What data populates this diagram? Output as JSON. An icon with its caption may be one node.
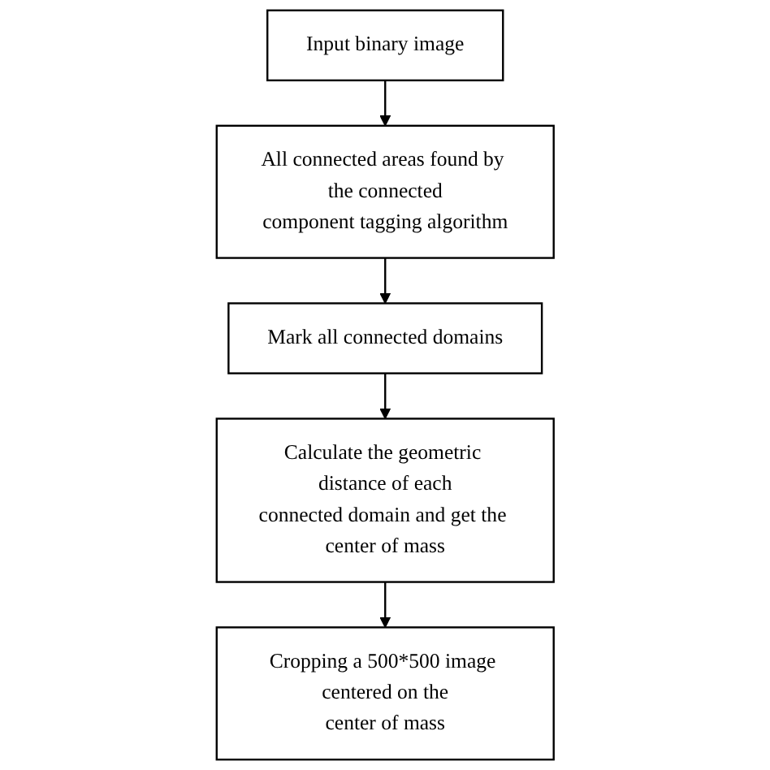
{
  "diagram": {
    "nodes": [
      {
        "text": [
          "Input binary image"
        ]
      },
      {
        "text": [
          "All connected areas found by the connected component tagging algorithm"
        ]
      },
      {
        "text": [
          "Mark all connected domains"
        ]
      },
      {
        "text": [
          "Calculate the geometric distance of each connected domain and get the center of mass"
        ]
      },
      {
        "text": [
          "Cropping a 500*500 image centered on the center of mass"
        ]
      }
    ],
    "edges": [
      {
        "from": 0,
        "to": 1,
        "arrow": "to"
      },
      {
        "from": 1,
        "to": 2,
        "arrow": "to"
      },
      {
        "from": 2,
        "to": 3,
        "arrow": "to"
      },
      {
        "from": 3,
        "to": 4,
        "arrow": "to"
      }
    ]
  }
}
